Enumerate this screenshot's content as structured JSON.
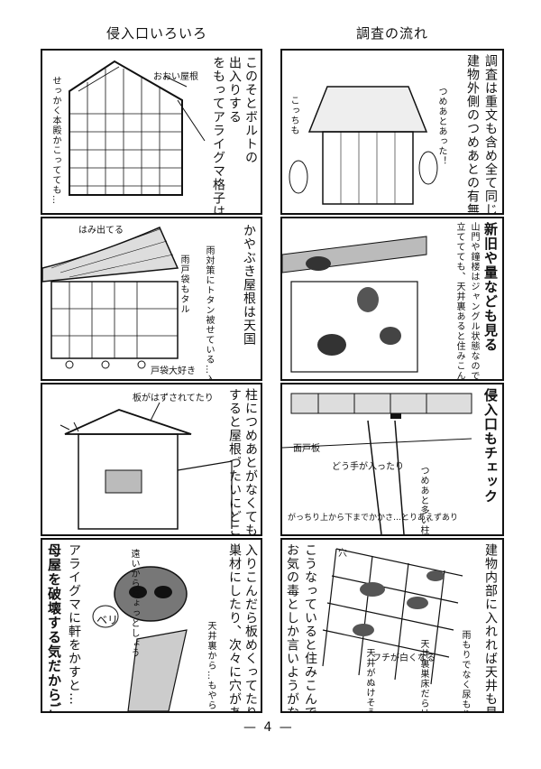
{
  "columns": [
    {
      "title": "侵入口いろいろ"
    },
    {
      "title": "調査の流れ"
    }
  ],
  "panels": {
    "l1": {
      "label_roof": "おおい屋根",
      "narration": "せっかく本殿かこってても…",
      "main_1": "このそとボルトの",
      "main_2": "出入りする",
      "main_3": "をもってアライグマ格子は入り放題"
    },
    "l2": {
      "label_top": "はみ出てる",
      "label_side": "雨戸袋もタル",
      "main": "かやぶき屋根は天国",
      "note": "雨対策にトタン被せている…入ってやり放題…",
      "label_bottom": "戸袋大好き"
    },
    "l3": {
      "label_top": "板がはずされてたり",
      "main_1": "柱につめあとがなくても出せまってたり",
      "main_2": "すると屋根づたいにどこからでも入る"
    },
    "l4": {
      "sound": "ベリ",
      "bubble": "遠いからちょっとしょう",
      "line_1": "入りこんだら板めくってたり",
      "line_2": "巣材にしたり、次々に穴があく",
      "line_3": "アライグマに軒をかすと…",
      "line_4": "母屋を破壊する気だからご用心！",
      "label": "天井裏から…もやら"
    },
    "r1": {
      "label_left": "こっちも",
      "label_mid": "つめあとあった！",
      "main_1": "調査は重文も含め全て同じ",
      "main_2": "建物外側のつめあとの有無をチェック"
    },
    "r2": {
      "main_1": "新旧や量なども見る",
      "main_2": "山門や鐘楼はジャングル状態なので",
      "main_3": "立ててても、天井裏あると住みこんでいる…"
    },
    "r3": {
      "label_board": "面戸板",
      "label_hand": "どう手が入ったり",
      "label_bottom": "がっちり上から下までかかさ…とりあえずあり",
      "main": "侵入口もチェック",
      "note": "つめあと多い柱上に板ずれや穴があったりする"
    },
    "r4": {
      "label_hole": "穴",
      "label_floor": "フチが白くなる",
      "label_1": "天井がぬけそう",
      "label_2": "天井裏巣床だらけだろうね…",
      "label_3": "雨もりでなく尿もり",
      "main_1": "建物内部に入れれば天井も見る",
      "main_2": "こうなっていると住みこんで長いなと…",
      "main_3": "お気の毒としか言いようがない…"
    }
  },
  "page_number": "— 4 —"
}
